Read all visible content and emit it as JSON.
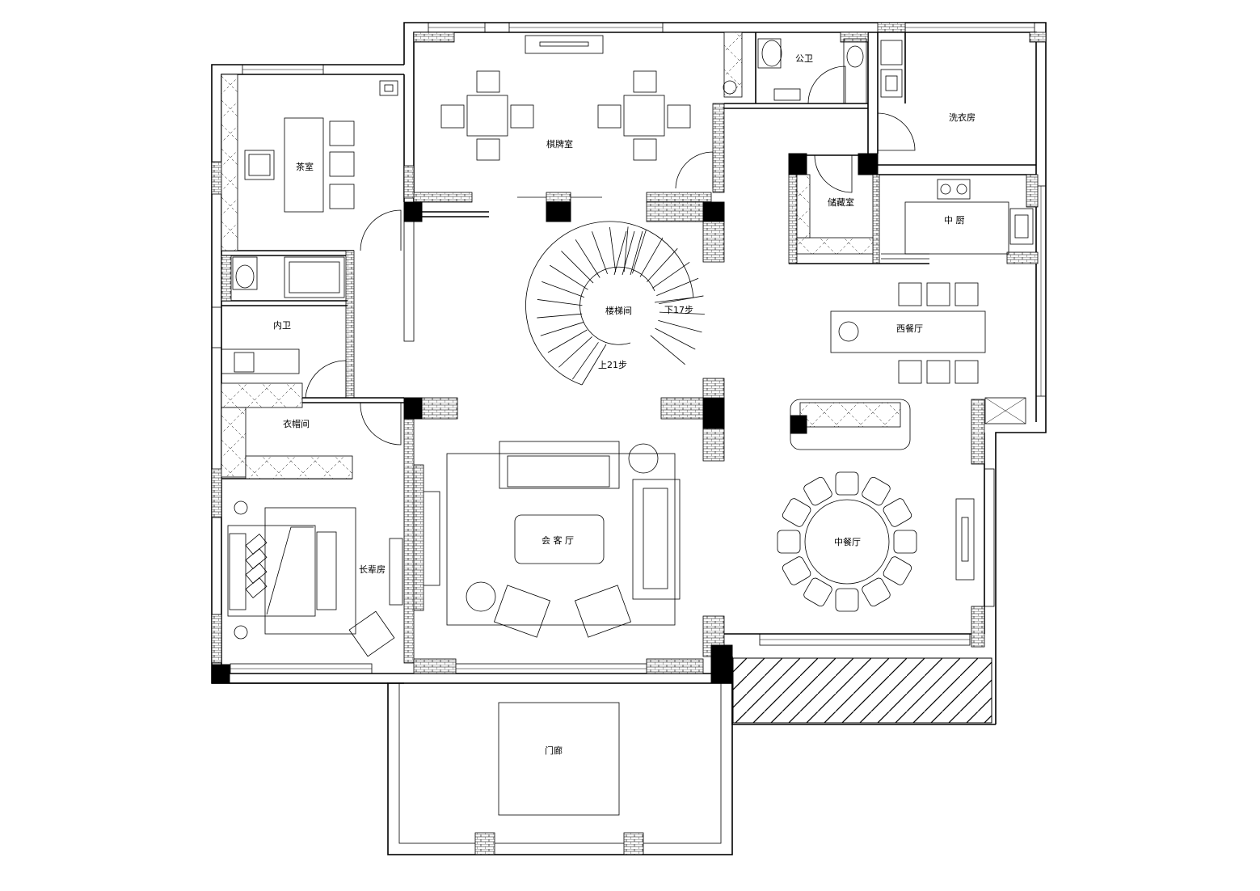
{
  "rooms": {
    "tea_room": "茶室",
    "chess_room": "棋牌室",
    "public_wc": "公卫",
    "laundry": "洗衣房",
    "storage": "储藏室",
    "kitchen": "中 厨",
    "stairwell": "楼梯间",
    "stair_down": "下17步",
    "stair_up": "上21步",
    "inner_wc": "内卫",
    "western_dining": "西餐厅",
    "cloakroom": "衣帽间",
    "living_room": "会 客 厅",
    "chinese_dining": "中餐厅",
    "elder_room": "长辈房",
    "porch": "门廊"
  }
}
